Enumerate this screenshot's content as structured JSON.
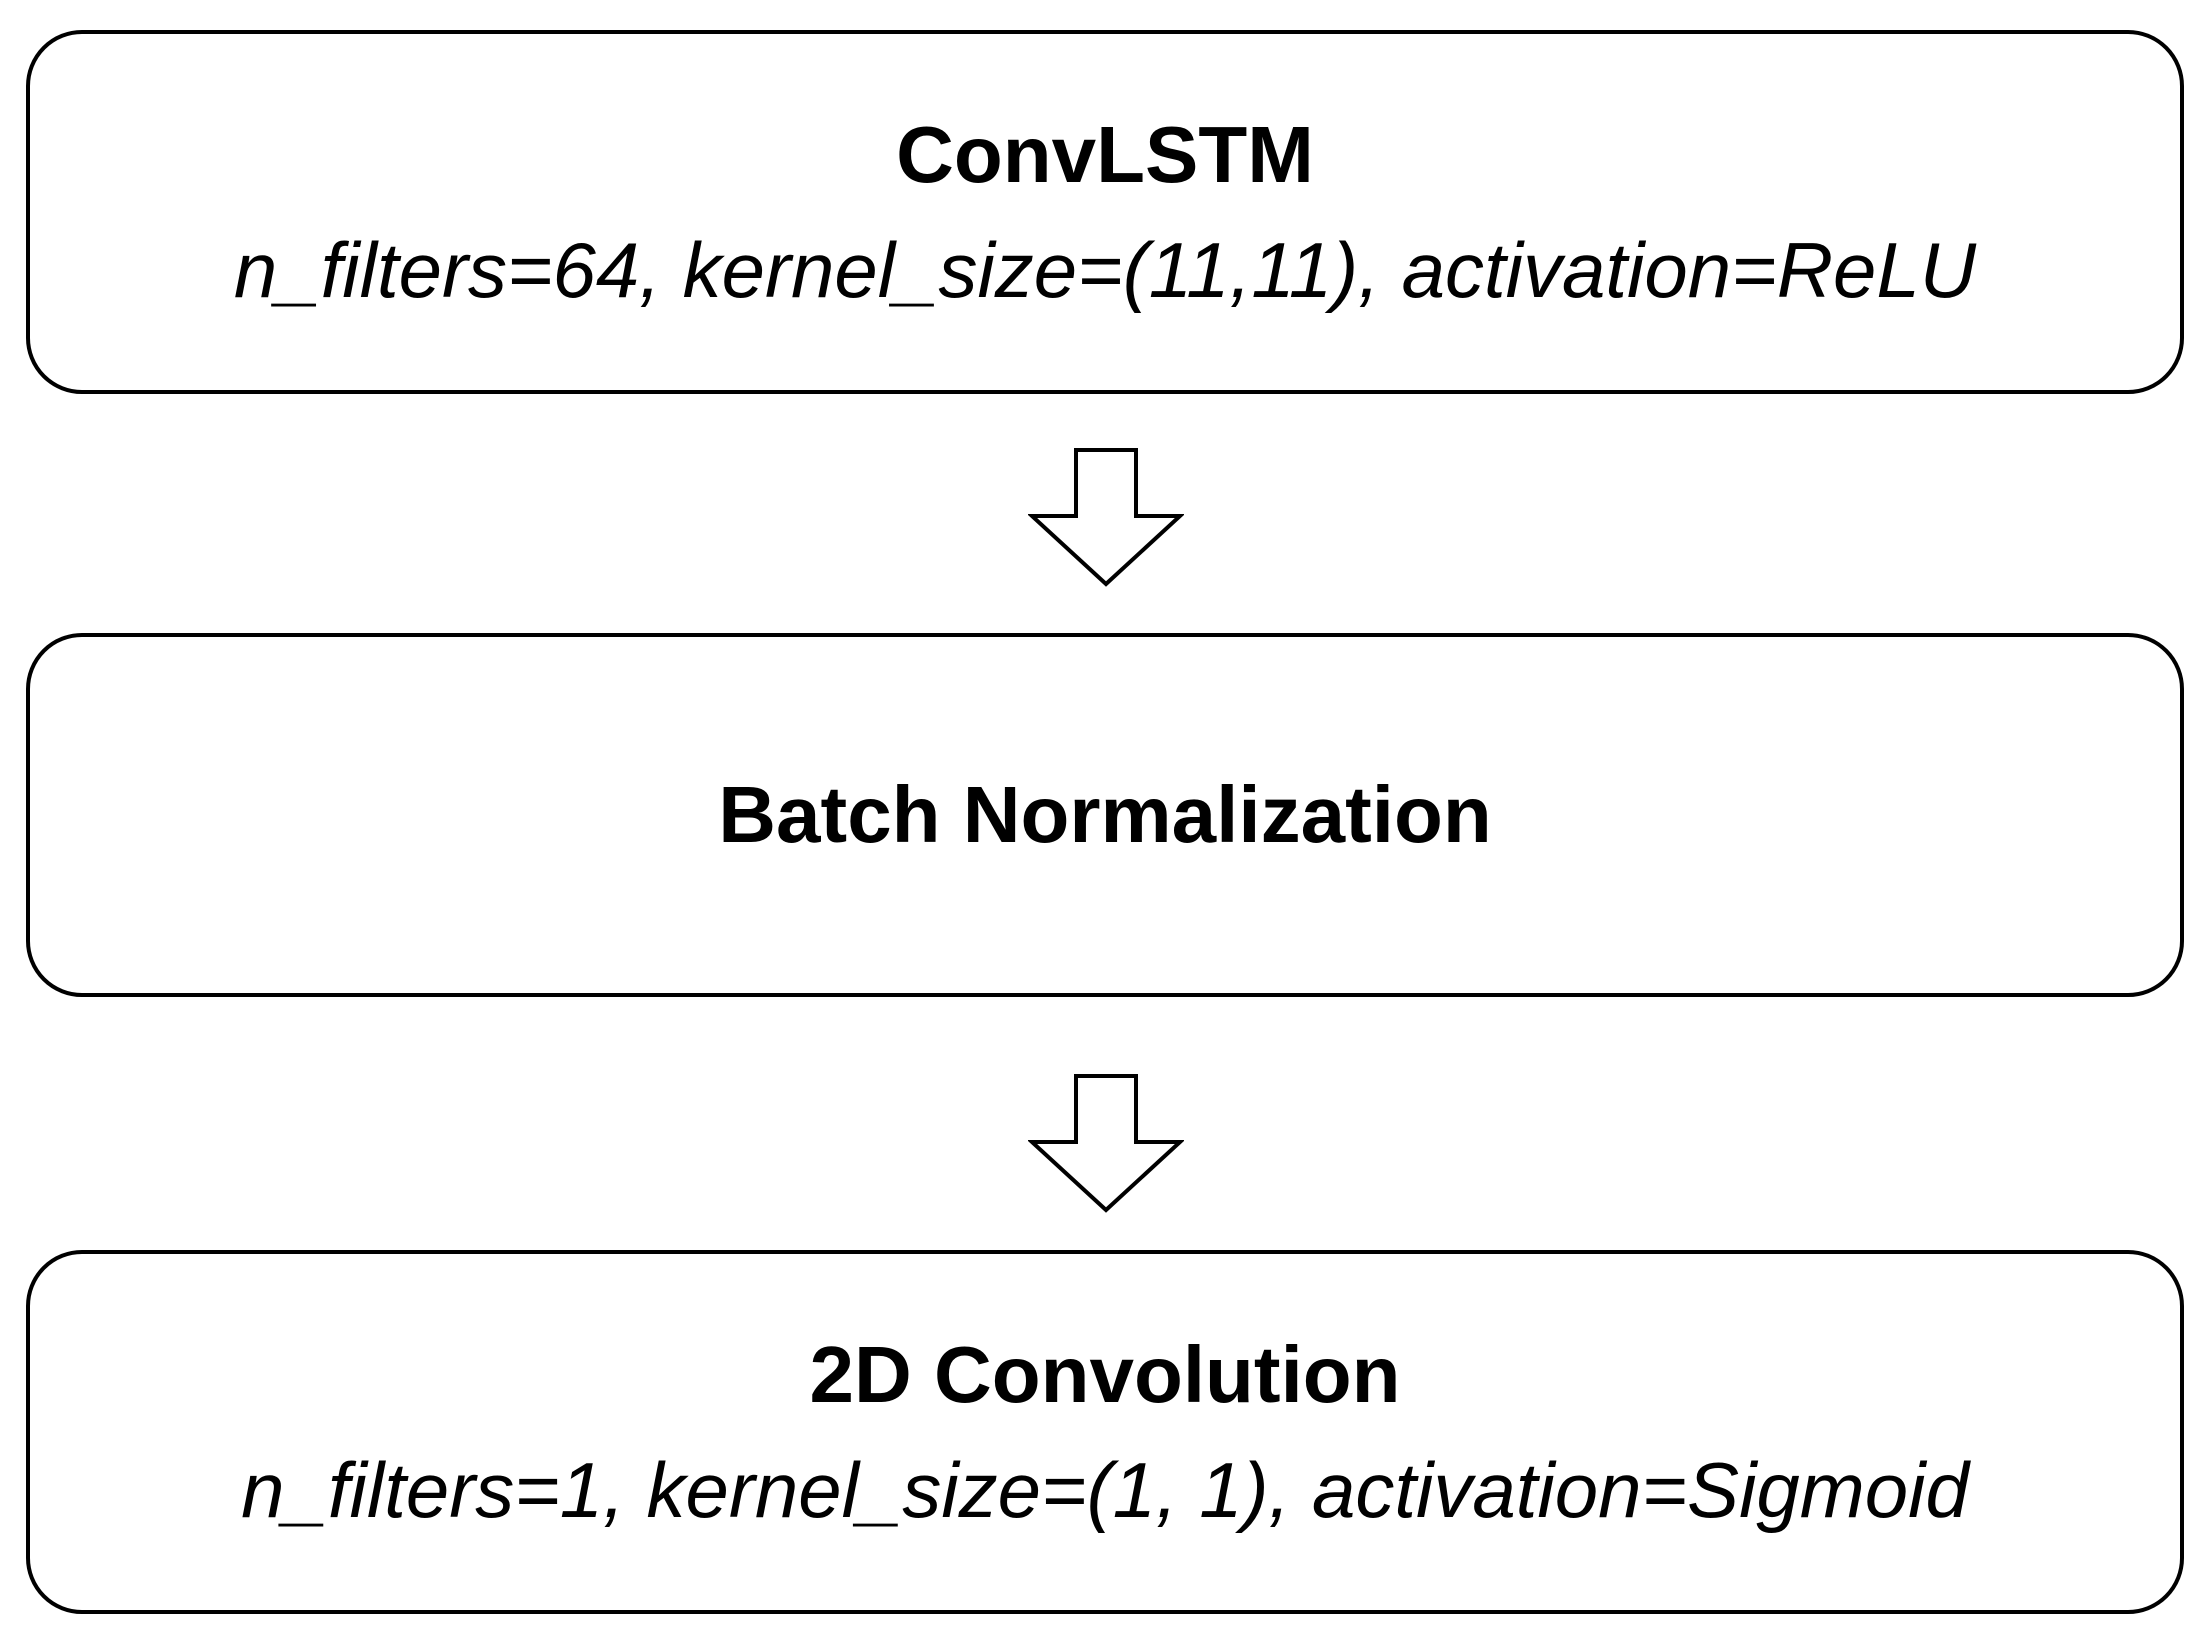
{
  "layers": [
    {
      "title": "ConvLSTM",
      "params": "n_filters=64, kernel_size=(11,11), activation=ReLU"
    },
    {
      "title": "Batch Normalization",
      "params": ""
    },
    {
      "title": "2D Convolution",
      "params": "n_filters=1, kernel_size=(1, 1), activation=Sigmoid"
    }
  ],
  "icons": {
    "flow_arrow": "hollow-down-arrow-icon"
  },
  "colors": {
    "stroke": "#000000",
    "background": "#ffffff"
  }
}
